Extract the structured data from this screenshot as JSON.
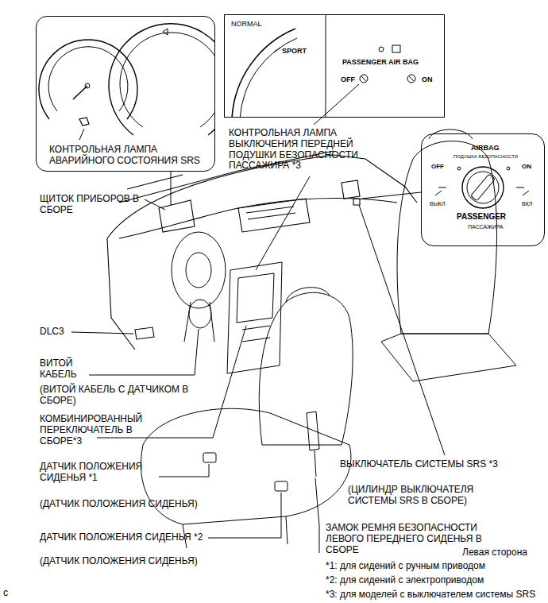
{
  "diagram": {
    "nodes": [
      {
        "text": [
          "КОНТРОЛЬНАЯ ЛАМПА АВАРИЙНОГО СОСТОЯНИЯ SRS"
        ]
      },
      {
        "text": [
          "NORMAL",
          "SPORT",
          "PASSENGER AIR BAG",
          "OFF",
          "ON",
          "КОНТРОЛЬНАЯ ЛАМПА ВЫКЛЮЧЕНИЯ ПЕРЕДНЕЙ ПОДУШКИ БЕЗОПАСНОСТИ ПАССАЖИРА *3"
        ]
      },
      {
        "text": [
          "AIRBAG",
          "ПОДУШКА БЕЗОПАСНОСТИ",
          "OFF",
          "ON",
          "ВЫКЛ",
          "ВКЛ",
          "PASSENGER",
          "ПАССАЖИРА"
        ]
      }
    ],
    "labels": [
      "ЩИТОК ПРИБОРОВ В СБОРЕ",
      "DLC3",
      "ВИТОЙ КАБЕЛЬ",
      "(ВИТОЙ КАБЕЛЬ С ДАТЧИКОМ В СБОРЕ)",
      "КОМБИНИРОВАННЫЙ ПЕРЕКЛЮЧАТЕЛЬ В СБОРЕ*3",
      "ДАТЧИК ПОЛОЖЕНИЯ СИДЕНЬЯ *1",
      "(ДАТЧИК ПОЛОЖЕНИЯ СИДЕНЬЯ)",
      "ДАТЧИК ПОЛОЖЕНИЯ СИДЕНЬЯ *2",
      "(ДАТЧИК ПОЛОЖЕНИЯ СИДЕНЬЯ)",
      "ВЫКЛЮЧАТЕЛЬ СИСТЕМЫ SRS *3",
      "(ЦИЛИНДР ВЫКЛЮЧАТЕЛЯ СИСТЕМЫ SRS В СБОРЕ)",
      "ЗАМОК РЕМНЯ БЕЗОПАСНОСТИ ЛЕВОГО ПЕРЕДНЕГО СИДЕНЬЯ В СБОРЕ",
      "Левая сторона",
      "*1: для сидений с ручным приводом",
      "*2: для сидений с электроприводом",
      "*3: для моделей с выключателем системы SRS",
      "c"
    ]
  }
}
